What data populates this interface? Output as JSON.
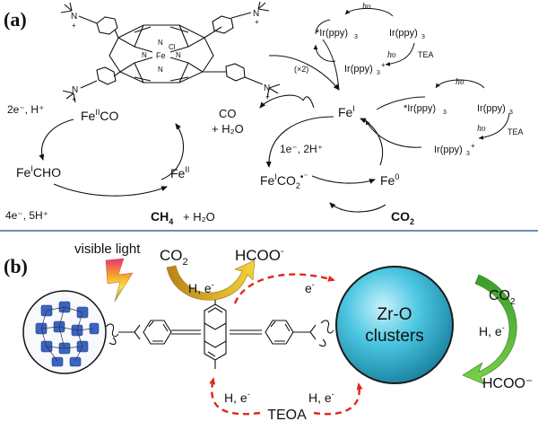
{
  "panel_a": {
    "label": "(a)",
    "porphyrin": {
      "nme3_plus": "N",
      "plus_sign": "+",
      "fe_cl": "Fe",
      "cl": "Cl",
      "ring_n": "N"
    },
    "ir_cycle_top": {
      "hv1": "hυ",
      "ir_excited": "*Ir(ppy)",
      "sub3": "3",
      "ir_ground": "Ir(ppy)",
      "hv2": "hυ",
      "tea": "TEA",
      "ir_plus": "Ir(ppy)",
      "plus": "+",
      "x2": "(×2)"
    },
    "ir_cycle_right": {
      "hv1": "hυ",
      "ir_excited": "*Ir(ppy)",
      "ir_ground": "Ir(ppy)",
      "hv2": "hυ",
      "tea": "TEA",
      "ir_plus": "Ir(ppy)"
    },
    "left_cycle": {
      "fe2co": "Fe",
      "fe2co_sup": "II",
      "fe2co_tail": "CO",
      "fe1cho": "Fe",
      "fe1cho_sup": "I",
      "fe1cho_tail": "CHO",
      "fe2": "Fe",
      "fe2_sup": "II",
      "top_label": "2e⁻, H⁺",
      "bottom_left_label": "4e⁻, 5H⁺",
      "ch4": "CH",
      "ch4_sub": "4",
      "h2o": "+ H₂O"
    },
    "right_cycle": {
      "fe1": "Fe",
      "fe1_sup": "I",
      "co_line1": "CO",
      "co_line2": "+ H₂O",
      "inner_label": "1e⁻, 2H⁺",
      "fe1co2": "Fe",
      "fe1co2_sup": "I",
      "fe1co2_tail": "CO",
      "fe1co2_sub": "2",
      "fe1co2_charge": "•⁻",
      "fe0": "Fe",
      "fe0_sup": "0",
      "co2": "CO",
      "co2_sub": "2"
    }
  },
  "panel_b": {
    "label": "(b)",
    "visible_light": "visible light",
    "co2_top": "CO",
    "co2_top_sub": "2",
    "hcoo_top": "HCOO",
    "hcoo_top_sup": "-",
    "h_e_arc": "H, e",
    "h_e_arc_sup": "-",
    "e_minus": "e",
    "e_minus_sup": "-",
    "cluster_line1": "Zr-O",
    "cluster_line2": "clusters",
    "co2_right": "CO",
    "co2_right_sub": "2",
    "h_e_right": "H, e",
    "h_e_right_sup": "-",
    "hcoo_right": "HCOO⁻",
    "h_e_left": "H, e",
    "h_e_left_sup": "-",
    "h_e_mid": "H, e",
    "h_e_mid_sup": "-",
    "teoa": "TEOA"
  },
  "colors": {
    "divider": "#6a8fb7",
    "sphere": "#29b5d6",
    "sphere_edge": "#1a1a1a",
    "red_arrow": "#e3261d",
    "green_arrow": "#5ab43b",
    "gold_arrow": "#d8a21b",
    "mof_blue": "#3b63c4"
  }
}
